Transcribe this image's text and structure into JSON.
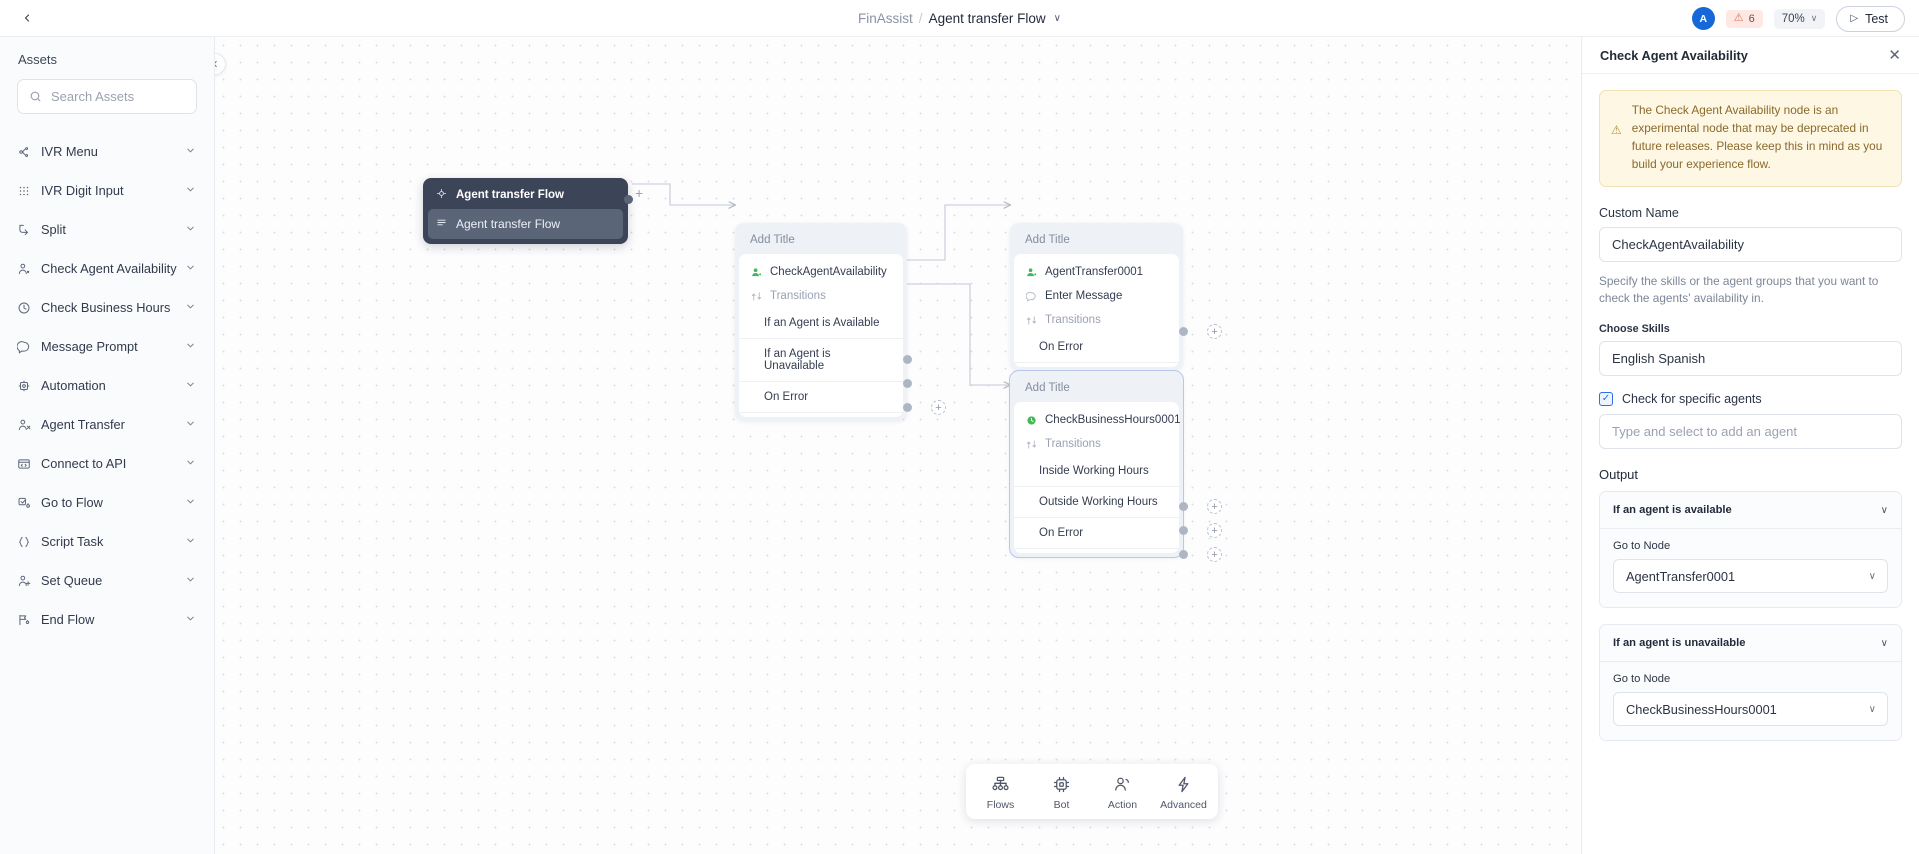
{
  "topbar": {
    "back_icon": "chevron-left-icon",
    "breadcrumb_root": "FinAssist",
    "breadcrumb_sep": "/",
    "breadcrumb_current": "Agent transfer Flow",
    "breadcrumb_caret": "∨",
    "avatar_initial": "A",
    "warning_icon": "⚠",
    "warning_count": "6",
    "zoom_level": "70%",
    "zoom_caret": "∨",
    "test_play_icon": "▷",
    "test_label": "Test"
  },
  "sidebar": {
    "title": "Assets",
    "search_placeholder": "Search Assets",
    "search_value": "",
    "collapse_icon": "chevron-left-icon",
    "items": [
      {
        "label": "IVR Menu",
        "icon": "ivr-menu-icon"
      },
      {
        "label": "IVR Digit Input",
        "icon": "keypad-icon"
      },
      {
        "label": "Split",
        "icon": "split-icon"
      },
      {
        "label": "Check Agent Availability",
        "icon": "agent-check-icon"
      },
      {
        "label": "Check Business Hours",
        "icon": "clock-icon"
      },
      {
        "label": "Message Prompt",
        "icon": "message-icon"
      },
      {
        "label": "Automation",
        "icon": "automation-icon"
      },
      {
        "label": "Agent Transfer",
        "icon": "agent-transfer-icon"
      },
      {
        "label": "Connect to API",
        "icon": "api-icon"
      },
      {
        "label": "Go to Flow",
        "icon": "goto-flow-icon"
      },
      {
        "label": "Script Task",
        "icon": "script-icon"
      },
      {
        "label": "Set Queue",
        "icon": "set-queue-icon"
      },
      {
        "label": "End Flow",
        "icon": "end-flow-icon"
      }
    ]
  },
  "canvas": {
    "start_node": {
      "header": "Agent transfer Flow",
      "row": "Agent transfer Flow",
      "header_icon": "start-circle-icon",
      "row_icon": "list-icon"
    },
    "nodes": [
      {
        "title": "Add Title",
        "name": "CheckAgentAvailability",
        "transitions_label": "Transitions",
        "transitions": [
          "If an Agent is Available",
          "If an Agent is Unavailable",
          "On Error"
        ]
      },
      {
        "title": "Add Title",
        "name": "AgentTransfer0001",
        "message_row": "Enter Message",
        "transitions_label": "Transitions",
        "transitions": [
          "On Error"
        ]
      },
      {
        "title": "Add Title",
        "name": "CheckBusinessHours0001",
        "transitions_label": "Transitions",
        "transitions": [
          "Inside Working Hours",
          "Outside Working Hours",
          "On Error"
        ]
      }
    ],
    "float_buttons": [
      {
        "icon": "agents-icon",
        "active": false
      },
      {
        "icon": "gear-icon",
        "active": true
      },
      {
        "icon": "warning-triangle-icon",
        "active": false
      }
    ],
    "toolbar": [
      {
        "label": "Flows",
        "icon": "flows-icon"
      },
      {
        "label": "Bot",
        "icon": "bot-chip-icon"
      },
      {
        "label": "Action",
        "icon": "action-people-icon"
      },
      {
        "label": "Advanced",
        "icon": "advanced-bolt-icon"
      }
    ]
  },
  "panel": {
    "title": "Check Agent Availability",
    "close_icon": "✕",
    "callout_icon": "⚠",
    "callout_text": "The Check Agent Availability node is an experimental node that may be deprecated in future releases. Please keep this in mind as you build your experience flow.",
    "custom_name_label": "Custom Name",
    "custom_name_value": "CheckAgentAvailability",
    "helper_text": "Specify the skills or the agent groups that you want to check the agents' availability in.",
    "choose_skills_label": "Choose Skills",
    "choose_skills_value": "English Spanish",
    "checkbox_label": "Check for specific agents",
    "checkbox_checked": true,
    "checkbox_glyph": "✓",
    "agent_input_placeholder": "Type and select to add an agent",
    "agent_input_value": "",
    "output_label": "Output",
    "outputs": [
      {
        "header": "If an agent is available",
        "sub_label": "Go to Node",
        "value": "AgentTransfer0001",
        "chevron": "∨"
      },
      {
        "header": "If an agent is unavailable",
        "sub_label": "Go to Node",
        "value": "CheckBusinessHours0001",
        "chevron": "∨"
      }
    ]
  },
  "colors": {
    "accent_blue": "#1667d8",
    "node_dark": "#3c4558",
    "warn_bg": "#fdf7e4",
    "warn_text": "#8a6a2c",
    "green": "#46b758"
  }
}
